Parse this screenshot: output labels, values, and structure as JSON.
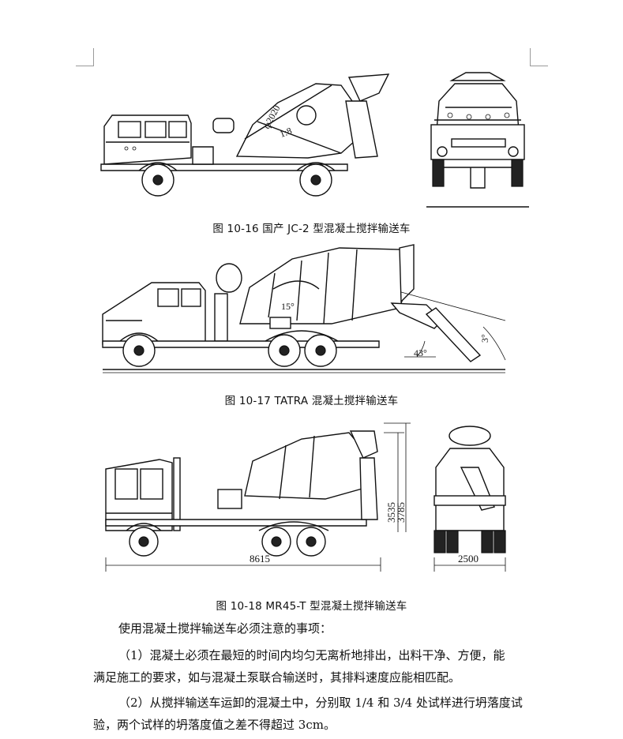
{
  "figures": [
    {
      "caption": "图 10-16 国产 JC-2 型混凝土搅拌输送车"
    },
    {
      "caption": "图 10-17 TATRA 混凝土搅拌输送车",
      "labels": {
        "tilt": "15°",
        "chute_angle": "43°",
        "angle_right": "3°"
      }
    },
    {
      "caption": "图 10-18 MR45-T 型混凝土搅拌输送车",
      "labels": {
        "length": "8615",
        "width": "2500",
        "h1": "3535",
        "h2": "3785"
      }
    }
  ],
  "fig1_labels": {
    "drum_dia": "ф2020",
    "drum_mark": "1:8"
  },
  "paragraphs": [
    "使用混凝土搅拌输送车必须注意的事项：",
    "（1）混凝土必须在最短的时间内均匀无离析地排出，出料干净、方便，能",
    "满足施工的要求，如与混凝土泵联合输送时，其排料速度应能相匹配。",
    "（2）从搅拌输送车运卸的混凝土中，分别取 1/4 和 3/4 处试样进行坍落度试",
    "验，两个试样的坍落度值之差不得超过 3cm。"
  ]
}
